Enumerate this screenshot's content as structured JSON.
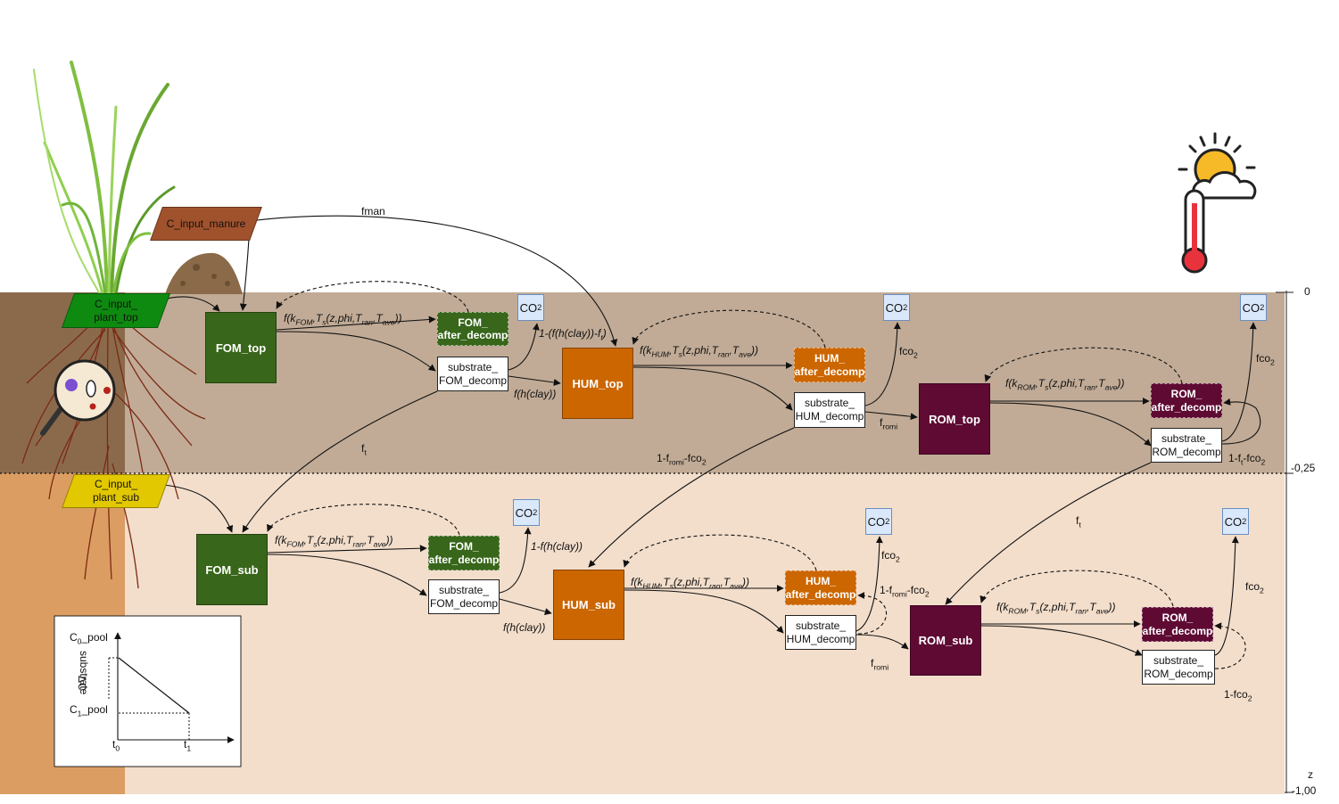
{
  "colors": {
    "topsoil_bg": "#c1ab96",
    "subsoil_bg": "#f3decb",
    "fom": "#38661a",
    "hum": "#cc6601",
    "rom": "#5e0a33",
    "input_top": "#0e8a10",
    "input_sub": "#e2c800",
    "input_manure": "#a0522d",
    "co2_fill": "#dae8fc",
    "co2_border": "#6c8ebf"
  },
  "inputs": {
    "manure": "C_input_manure",
    "plant_top_1": "C_input_",
    "plant_top_2": "plant_top",
    "plant_sub_1": "C_input_",
    "plant_sub_2": "plant_sub"
  },
  "pools": {
    "fom_top": "FOM_top",
    "hum_top": "HUM_top",
    "rom_top": "ROM_top",
    "fom_sub": "FOM_sub",
    "hum_sub": "HUM_sub",
    "rom_sub": "ROM_sub"
  },
  "after_decomp": {
    "line1_fom": "FOM_",
    "line1_hum": "HUM_",
    "line1_rom": "ROM_",
    "line2": "after_decomp"
  },
  "substrate": {
    "line1": "substrate_",
    "fom": "FOM_decomp",
    "hum": "HUM_decomp",
    "rom": "ROM_decomp"
  },
  "co2": {
    "text": "CO",
    "subscript": "2"
  },
  "labels": {
    "fman": "fman",
    "f_open": "f(k",
    "ts_mid": ",T",
    "ts_args_a": "(z,phi,T",
    "ts_args_b": ",T",
    "close": "))",
    "sub_fom": "FOM",
    "sub_hum": "HUM",
    "sub_rom": "ROM",
    "sub_s": "s",
    "sub_ran": "ran",
    "sub_ave": "ave",
    "f_hclay": "f(h(clay))",
    "one_minus_fh": "1-f(h(clay))",
    "one_minus_fh_top_a": "1-(f(h(clay))-f",
    "one_minus_fh_top_b": ")",
    "t_sub": "t",
    "f_letter": "f",
    "fco": "fco",
    "two": "2",
    "romi": "romi",
    "one_minus_f": "1-f",
    "minus_fco": "-fco"
  },
  "inset": {
    "c0_a": "C",
    "c0_b": "0",
    "c0_c": "_pool",
    "c1_a": "C",
    "c1_b": "1",
    "c1_c": "_pool",
    "delta": "ΔC",
    "substrate": "substrate",
    "t0_a": "t",
    "t0_b": "0",
    "t1_a": "t",
    "t1_b": "1"
  },
  "depth_axis": {
    "tick_0": "0",
    "tick_025": "-0,25",
    "tick_100": "-1,00",
    "z": "z"
  },
  "icons": [
    "plant-icon",
    "manure-heap-icon",
    "roots-icon",
    "microbe-magnifier-icon",
    "weather-thermometer-icon"
  ]
}
